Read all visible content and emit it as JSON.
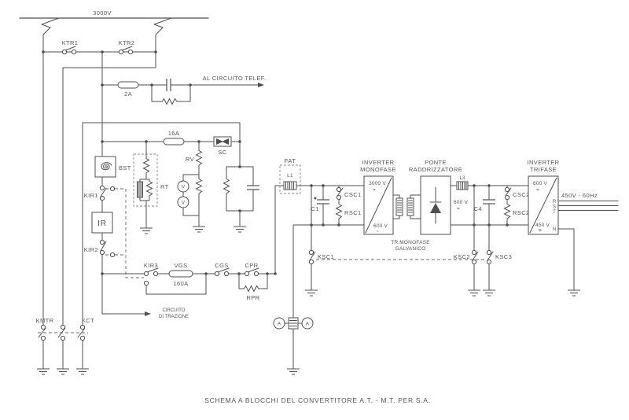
{
  "diagram": {
    "caption": "SCHEMA A BLOCCHI DEL CONVERTITORE A.T. - M.T. PER S.A.",
    "line_color": "#4f4f4f",
    "background": "#ffffff"
  },
  "catenary": {
    "voltage_label": "3000V"
  },
  "hv": {
    "ktr1": "KTR1",
    "ktr2": "KTR2"
  },
  "telef": {
    "fuse": "2A",
    "label": "AL CIRCUITO TELEF."
  },
  "aux": {
    "fuse": "16A",
    "sc": "SC"
  },
  "left": {
    "bst": "BST",
    "kir1": "KIR1",
    "ir": "IR",
    "kir2": "KIR2",
    "rt": "RT",
    "rv": "RV"
  },
  "meters": {
    "voltmeter": "V",
    "ammeter": "A"
  },
  "traction": {
    "kir3": "KIR3",
    "vgs": "VGS",
    "vgs_rating": "160A",
    "cgs": "CGS",
    "cpr": "CPR",
    "rpr": "RPR",
    "arrow_line1": "CIRCUITO",
    "arrow_line2": "DI TRAZIONE"
  },
  "ground_sw": {
    "kmtr": "KMTR",
    "kct": "KCT"
  },
  "fat": {
    "label": "FAT",
    "l1": "L1"
  },
  "link1": {
    "c1": "C1",
    "csc1": "CSC1",
    "rsc1": "RSC1",
    "ksc1": "KSC1"
  },
  "inv1": {
    "name1": "INVERTER",
    "name2": "MONOFASE",
    "in_v": "3000 V",
    "in_sym": "=",
    "out_v": "600 V",
    "out_sym": "~"
  },
  "tr": {
    "name1": "TR.MONOFASE",
    "name2": "GALVANICO"
  },
  "bridge": {
    "name1": "PONTE",
    "name2": "RADDRIZZATORE",
    "l3": "L3"
  },
  "link2": {
    "v": "600 V",
    "sym": "=",
    "c4": "C4",
    "csc2": "CSC2",
    "rsc2": "RSC2",
    "ksc2": "KSC2",
    "ksc3": "KSC3"
  },
  "inv3": {
    "name1": "INVERTER",
    "name2": "TRIFASE",
    "in_v": "600 V",
    "in_sym": "=",
    "out_v": "450 V",
    "out_sym": "≡",
    "output_label": "450V - 60Hz",
    "r": "R",
    "s": "S",
    "t": "T",
    "n": "N"
  }
}
